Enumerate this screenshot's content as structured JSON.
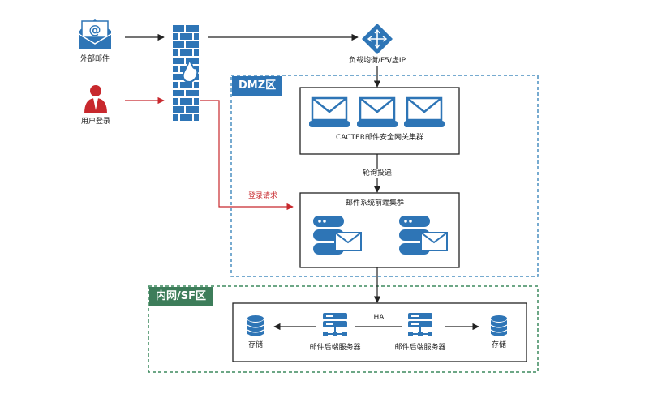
{
  "nodes": {
    "external_mail": "外部邮件",
    "user_login": "用户登录",
    "load_balancer": "负载均衡/F5/虚IP",
    "gateway_cluster": "CACTER邮件安全网关集群",
    "polling": "轮询投递",
    "login_request": "登录请求",
    "frontend_cluster": "邮件系统前端集群",
    "ha": "HA",
    "backend_server_1": "邮件后端服务器",
    "backend_server_2": "邮件后端服务器",
    "storage_1": "存储",
    "storage_2": "存储"
  },
  "zones": {
    "dmz": "DMZ区",
    "intranet": "内网/SF区"
  },
  "colors": {
    "blue": "#2e75b6",
    "dark_blue": "#1f5d94",
    "green": "#3d7d5a",
    "red": "#c8282d",
    "dmz_border": "#4a8fc0",
    "intranet_border": "#3d8a5f"
  },
  "icons": {
    "email": "email-envelope-icon",
    "user": "user-icon",
    "firewall": "firewall-icon",
    "load_balancer": "load-balancer-icon",
    "gateway": "mail-gateway-icon",
    "server_mail": "server-mail-icon",
    "server": "server-icon",
    "storage": "database-icon"
  }
}
